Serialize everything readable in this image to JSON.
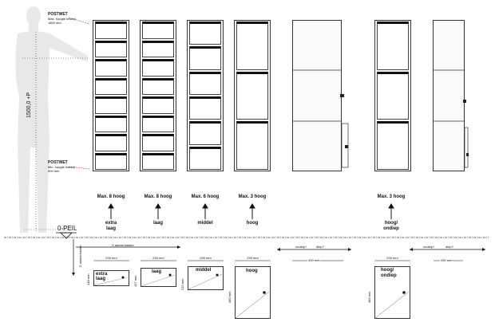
{
  "postwet_top": {
    "title": "POSTWET",
    "line1": "Max. hoogte inworp",
    "line2": "1800 mm"
  },
  "postwet_bottom": {
    "title": "POSTWET",
    "line1": "Min. hoogte inworp",
    "line2": "500 mm"
  },
  "height_label": "1500,0 +P",
  "zero_label": "0-PEIL",
  "columns": [
    {
      "max": "Max. 8 hoog",
      "type": "extra\nlaag"
    },
    {
      "max": "Max. 8 hoog",
      "type": "laag"
    },
    {
      "max": "Max. 6 hoog",
      "type": "middel"
    },
    {
      "max": "Max. 3 hoog",
      "type": "hoog"
    },
    {
      "max": "Max. 3 hoog",
      "type": "hoog/\nondiep"
    }
  ],
  "axis": {
    "x_label": "X aantal kasten",
    "z_label": "Z aantal kasten"
  },
  "widths": {
    "w290": "290 mm",
    "w400": "400 mm",
    "w250": "250 mm"
  },
  "depth_labels": {
    "ondiep": "ondiep?",
    "diep": "diep?"
  },
  "fronts": [
    {
      "name": "extra\nlaag",
      "h": "148 mm"
    },
    {
      "name": "laag",
      "h": "167 mm"
    },
    {
      "name": "middel",
      "h": "210 mm"
    },
    {
      "name": "hoog",
      "h": "480 mm"
    },
    {
      "name": "hoog/\nondiep",
      "h": "480 mm"
    }
  ]
}
